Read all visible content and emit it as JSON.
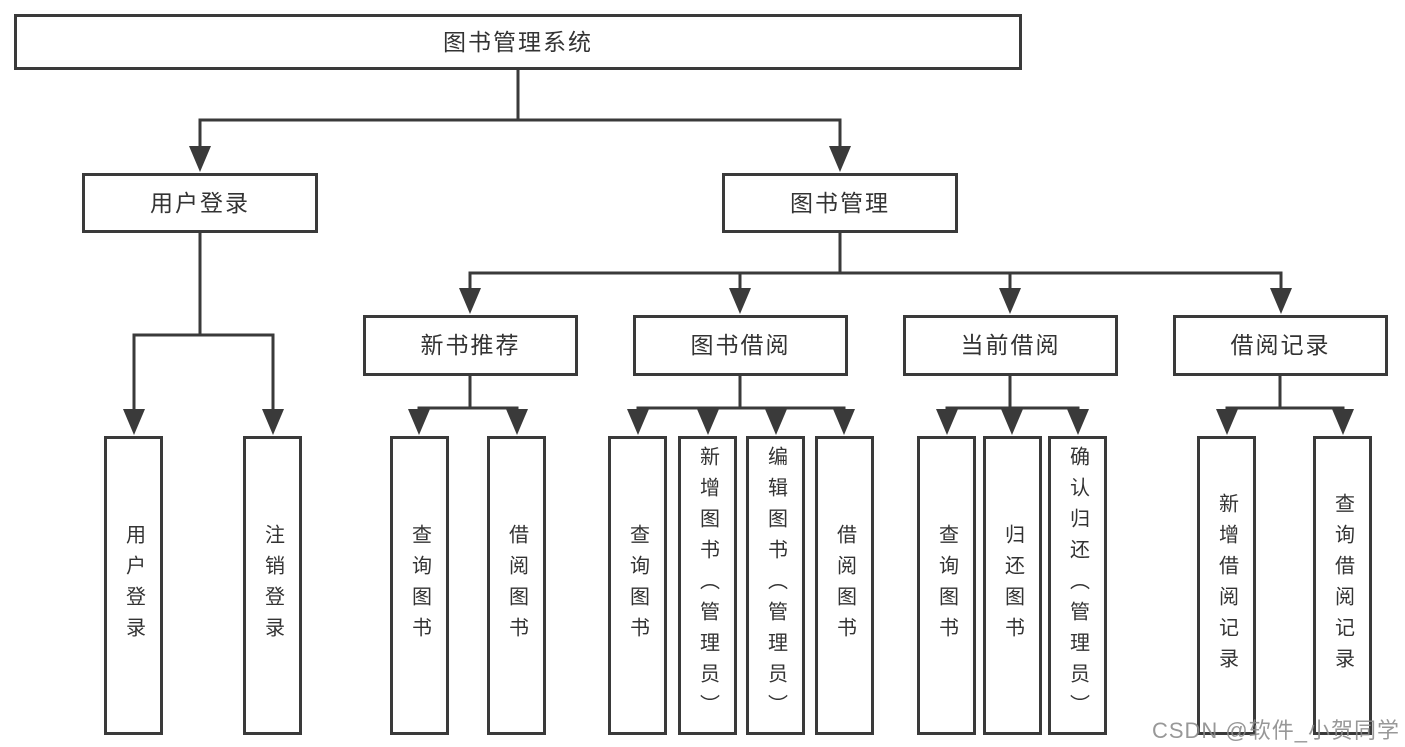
{
  "tree": {
    "label": "图书管理系统",
    "children": [
      {
        "label": "用户登录",
        "children": [
          {
            "label": "用户登录"
          },
          {
            "label": "注销登录"
          }
        ]
      },
      {
        "label": "图书管理",
        "children": [
          {
            "label": "新书推荐",
            "children": [
              {
                "label": "查询图书"
              },
              {
                "label": "借阅图书"
              }
            ]
          },
          {
            "label": "图书借阅",
            "children": [
              {
                "label": "查询图书"
              },
              {
                "label": "新增图书（管理员）"
              },
              {
                "label": "编辑图书（管理员）"
              },
              {
                "label": "借阅图书"
              }
            ]
          },
          {
            "label": "当前借阅",
            "children": [
              {
                "label": "查询图书"
              },
              {
                "label": "归还图书"
              },
              {
                "label": "确认归还（管理员）"
              }
            ]
          },
          {
            "label": "借阅记录",
            "children": [
              {
                "label": "新增借阅记录"
              },
              {
                "label": "查询借阅记录"
              }
            ]
          }
        ]
      }
    ]
  },
  "watermark": {
    "text": "CSDN @软件_小贺同学"
  },
  "colors": {
    "line": "#3a3a3a",
    "text": "#333333",
    "background": "#ffffff",
    "watermark": "#8a8a8a"
  }
}
